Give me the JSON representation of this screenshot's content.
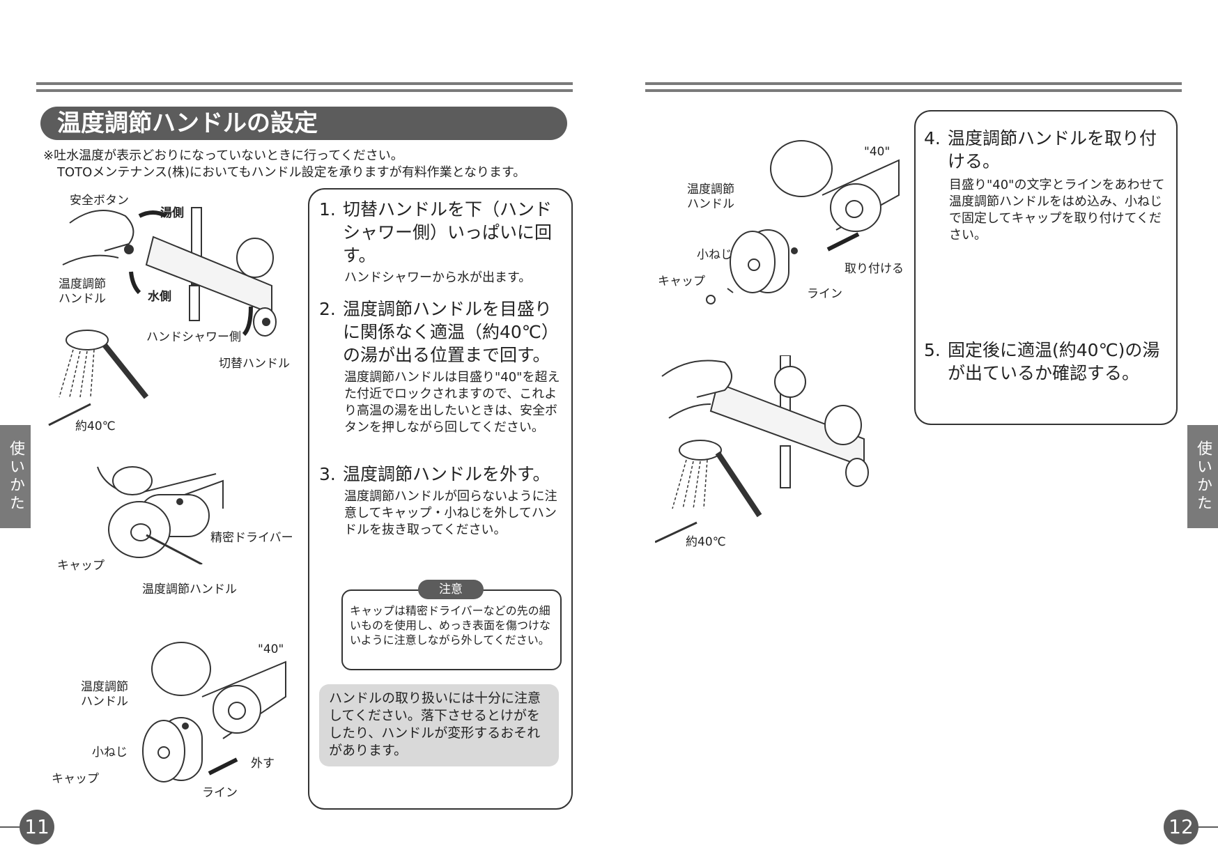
{
  "left_page": {
    "title": "温度調節ハンドルの設定",
    "note_line1": "※吐水温度が表示どおりになっていないときに行ってください。",
    "note_line2": "TOTOメンテナンス(株)においてもハンドル設定を承りますが有料作業となります。",
    "steps": [
      {
        "num": "1.",
        "title": "切替ハンドルを下（ハンドシャワー側）いっぱいに回す。",
        "body": "ハンドシャワーから水が出ます。"
      },
      {
        "num": "2.",
        "title": "温度調節ハンドルを目盛りに関係なく適温（約40℃）の湯が出る位置まで回す。",
        "body": "温度調節ハンドルは目盛り\"40\"を超えた付近でロックされますので、これより高温の湯を出したいときは、安全ボタンを押しながら回してください。"
      },
      {
        "num": "3.",
        "title": "温度調節ハンドルを外す。",
        "body": "温度調節ハンドルが回らないように注意してキャップ・小ねじを外してハンドルを抜き取ってください。"
      }
    ],
    "caution_label": "注意",
    "caution_text": "キャップは精密ドライバーなどの先の細いものを使用し、めっき表面を傷つけないように注意しながら外してください。",
    "warning_text": "ハンドルの取り扱いには十分に注意してください。落下させるとけがをしたり、ハンドルが変形するおそれがあります。",
    "fig1_labels": {
      "safety_button": "安全ボタン",
      "hot_side": "湯側",
      "temp_handle": "温度調節ハンドル",
      "cold_side": "水側",
      "hand_shower_side": "ハンドシャワー側",
      "switch_handle": "切替ハンドル",
      "approx_40": "約40℃"
    },
    "fig2_labels": {
      "precision_driver": "精密ドライバー",
      "cap": "キャップ",
      "temp_handle": "温度調節ハンドル"
    },
    "fig3_labels": {
      "mark_40": "\"40\"",
      "temp_handle": "温度調節ハンドル",
      "small_screw": "小ねじ",
      "cap": "キャップ",
      "remove": "外す",
      "line": "ライン"
    },
    "side_tab": "使いかた",
    "page_number": "11"
  },
  "right_page": {
    "steps": [
      {
        "num": "4.",
        "title": "温度調節ハンドルを取り付ける。",
        "body": "目盛り\"40\"の文字とラインをあわせて温度調節ハンドルをはめ込み、小ねじで固定してキャップを取り付けてください。"
      },
      {
        "num": "5.",
        "title": "固定後に適温(約40℃)の湯が出ているか確認する。",
        "body": ""
      }
    ],
    "fig4_labels": {
      "mark_40": "\"40\"",
      "temp_handle": "温度調節ハンドル",
      "small_screw": "小ねじ",
      "cap": "キャップ",
      "attach": "取り付ける",
      "line": "ライン"
    },
    "fig5_labels": {
      "approx_40": "約40℃"
    },
    "side_tab": "使いかた",
    "page_number": "12"
  }
}
